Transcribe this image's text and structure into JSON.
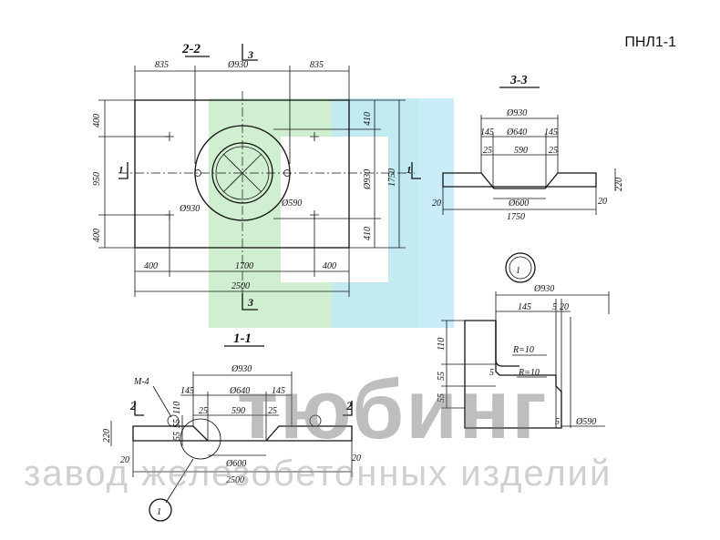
{
  "drawing_code": "ПНЛ1-1",
  "watermark": {
    "brand": "тюбинг",
    "subtitle": "завод железобетонных изделий",
    "colors": {
      "green": "#c8ecc8",
      "blue": "#bfe9f7"
    }
  },
  "plan_view": {
    "title": "2-2",
    "section_mark_top": "3",
    "section_mark_bottom": "3",
    "section_mark_side": "1",
    "top_dims": [
      "835",
      "Ø930",
      "835"
    ],
    "left_dims": [
      "400",
      "950",
      "400"
    ],
    "right_dims_outer": "1750",
    "right_dims_inner": [
      "410",
      "Ø930",
      "410"
    ],
    "bottom_dims_inner": [
      "400",
      "1700",
      "400"
    ],
    "bottom_dim_total": "2500",
    "hole_labels": [
      "Ø930",
      "Ø590"
    ]
  },
  "section_3_3": {
    "title": "3-3",
    "dims": [
      "Ø930",
      "145",
      "Ø640",
      "145",
      "25",
      "590",
      "25",
      "Ø600",
      "1750",
      "220",
      "20",
      "20"
    ]
  },
  "section_1_1": {
    "title": "1-1",
    "section_mark": "2",
    "anchor_label": "М-4",
    "dims": [
      "Ø930",
      "145",
      "Ø640",
      "145",
      "25",
      "590",
      "25",
      "220",
      "55",
      "55",
      "110",
      "Ø600",
      "2500",
      "20",
      "20"
    ],
    "detail_callout": "1"
  },
  "detail_1": {
    "callout": "1",
    "dims": [
      "Ø930",
      "145",
      "5",
      "20",
      "110",
      "55",
      "55",
      "5",
      "5",
      "Ø590"
    ],
    "radii": [
      "R=10",
      "R=10"
    ]
  }
}
